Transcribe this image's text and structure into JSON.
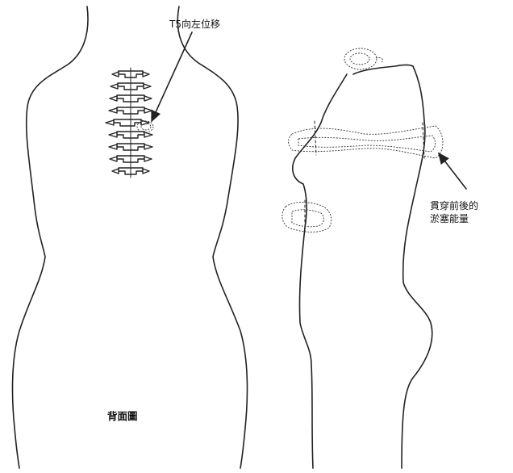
{
  "labels": {
    "t5_shift": "T5向左位移",
    "back_view": "背面圖",
    "congestion_line1": "貫穿前後的",
    "congestion_line2": "淤塞能量"
  }
}
